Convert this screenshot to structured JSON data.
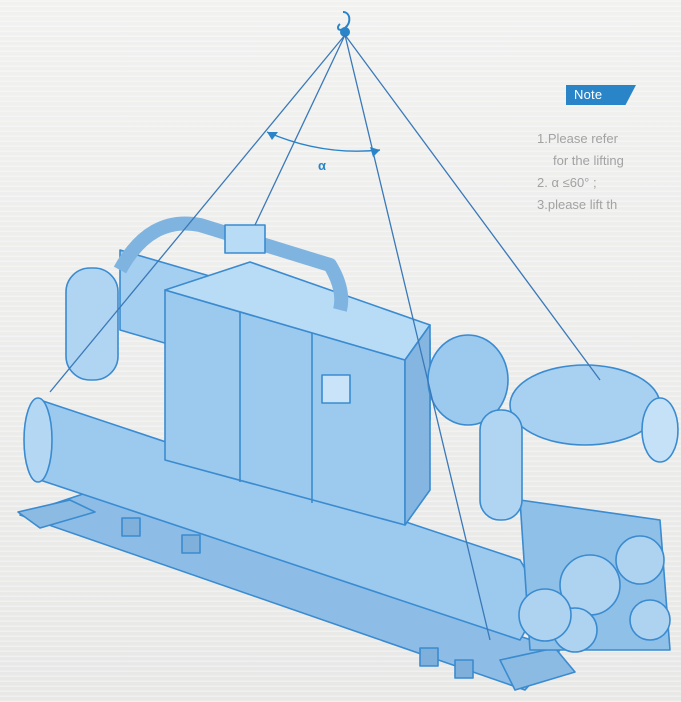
{
  "note": {
    "tag": "Note",
    "lines": [
      "1.Please refer",
      "for the lifting",
      "2. α ≤60° ;",
      "3.please lift th"
    ]
  },
  "diagram": {
    "angle_symbol": "α"
  },
  "colors": {
    "accent": "#2a84c8",
    "machine_fill": "#9cc9ee",
    "machine_stroke": "#3a8bd0",
    "note_text": "#a2a2a2"
  }
}
